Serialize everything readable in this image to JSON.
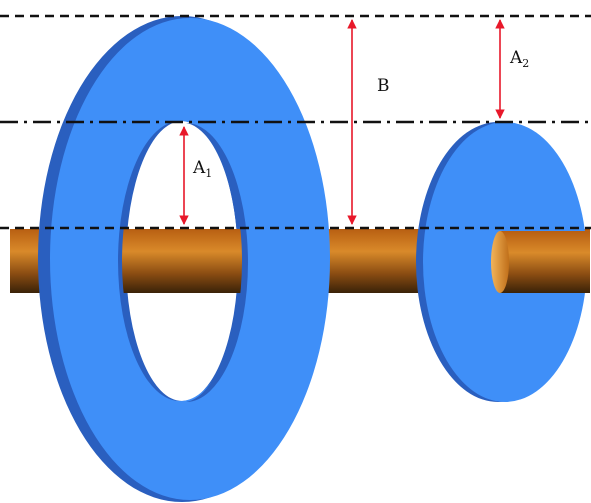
{
  "labels": {
    "a1": {
      "letter": "A",
      "sub": "1"
    },
    "b": {
      "letter": "B"
    },
    "a2": {
      "letter": "A",
      "sub": "2"
    }
  },
  "colors": {
    "disk_face": "#3f8ff8",
    "disk_edge": "#2a5fbf",
    "rod_light": "#d98a2a",
    "rod_dark": "#4a2a0a",
    "arrow": "#e8182a",
    "reference_line": "#111111"
  }
}
